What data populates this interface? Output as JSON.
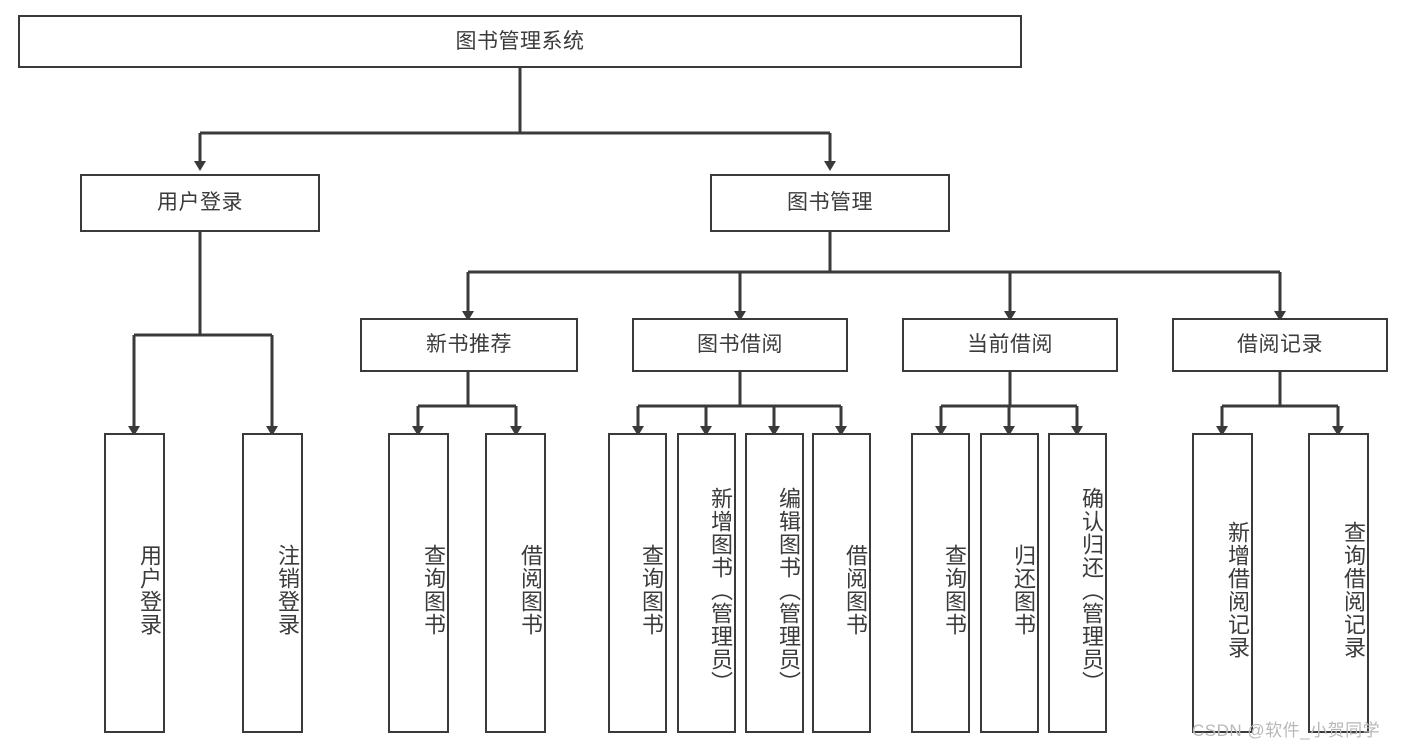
{
  "diagram": {
    "type": "hierarchy-tree",
    "title": "图书管理系统",
    "root": {
      "label": "图书管理系统"
    },
    "level2": [
      {
        "label": "用户登录"
      },
      {
        "label": "图书管理"
      }
    ],
    "level3": [
      {
        "label": "新书推荐"
      },
      {
        "label": "图书借阅"
      },
      {
        "label": "当前借阅"
      },
      {
        "label": "借阅记录"
      }
    ],
    "leaves": {
      "user_login": [
        {
          "label": "用户登录"
        },
        {
          "label": "注销登录"
        }
      ],
      "new_book_recommend": [
        {
          "label": "查询图书"
        },
        {
          "label": "借阅图书"
        }
      ],
      "book_borrow": [
        {
          "label": "查询图书"
        },
        {
          "label": "新增图书（管理员）"
        },
        {
          "label": "编辑图书（管理员）"
        },
        {
          "label": "借阅图书"
        }
      ],
      "current_borrow": [
        {
          "label": "查询图书"
        },
        {
          "label": "归还图书"
        },
        {
          "label": "确认归还（管理员）"
        }
      ],
      "borrow_record": [
        {
          "label": "新增借阅记录"
        },
        {
          "label": "查询借阅记录"
        }
      ]
    }
  },
  "watermark": {
    "text": "CSDN @软件_小贺同学"
  },
  "colors": {
    "stroke": "#3a3a3a",
    "text": "#3b3b3b",
    "background": "#ffffff",
    "watermark": "#b8b8b8"
  }
}
